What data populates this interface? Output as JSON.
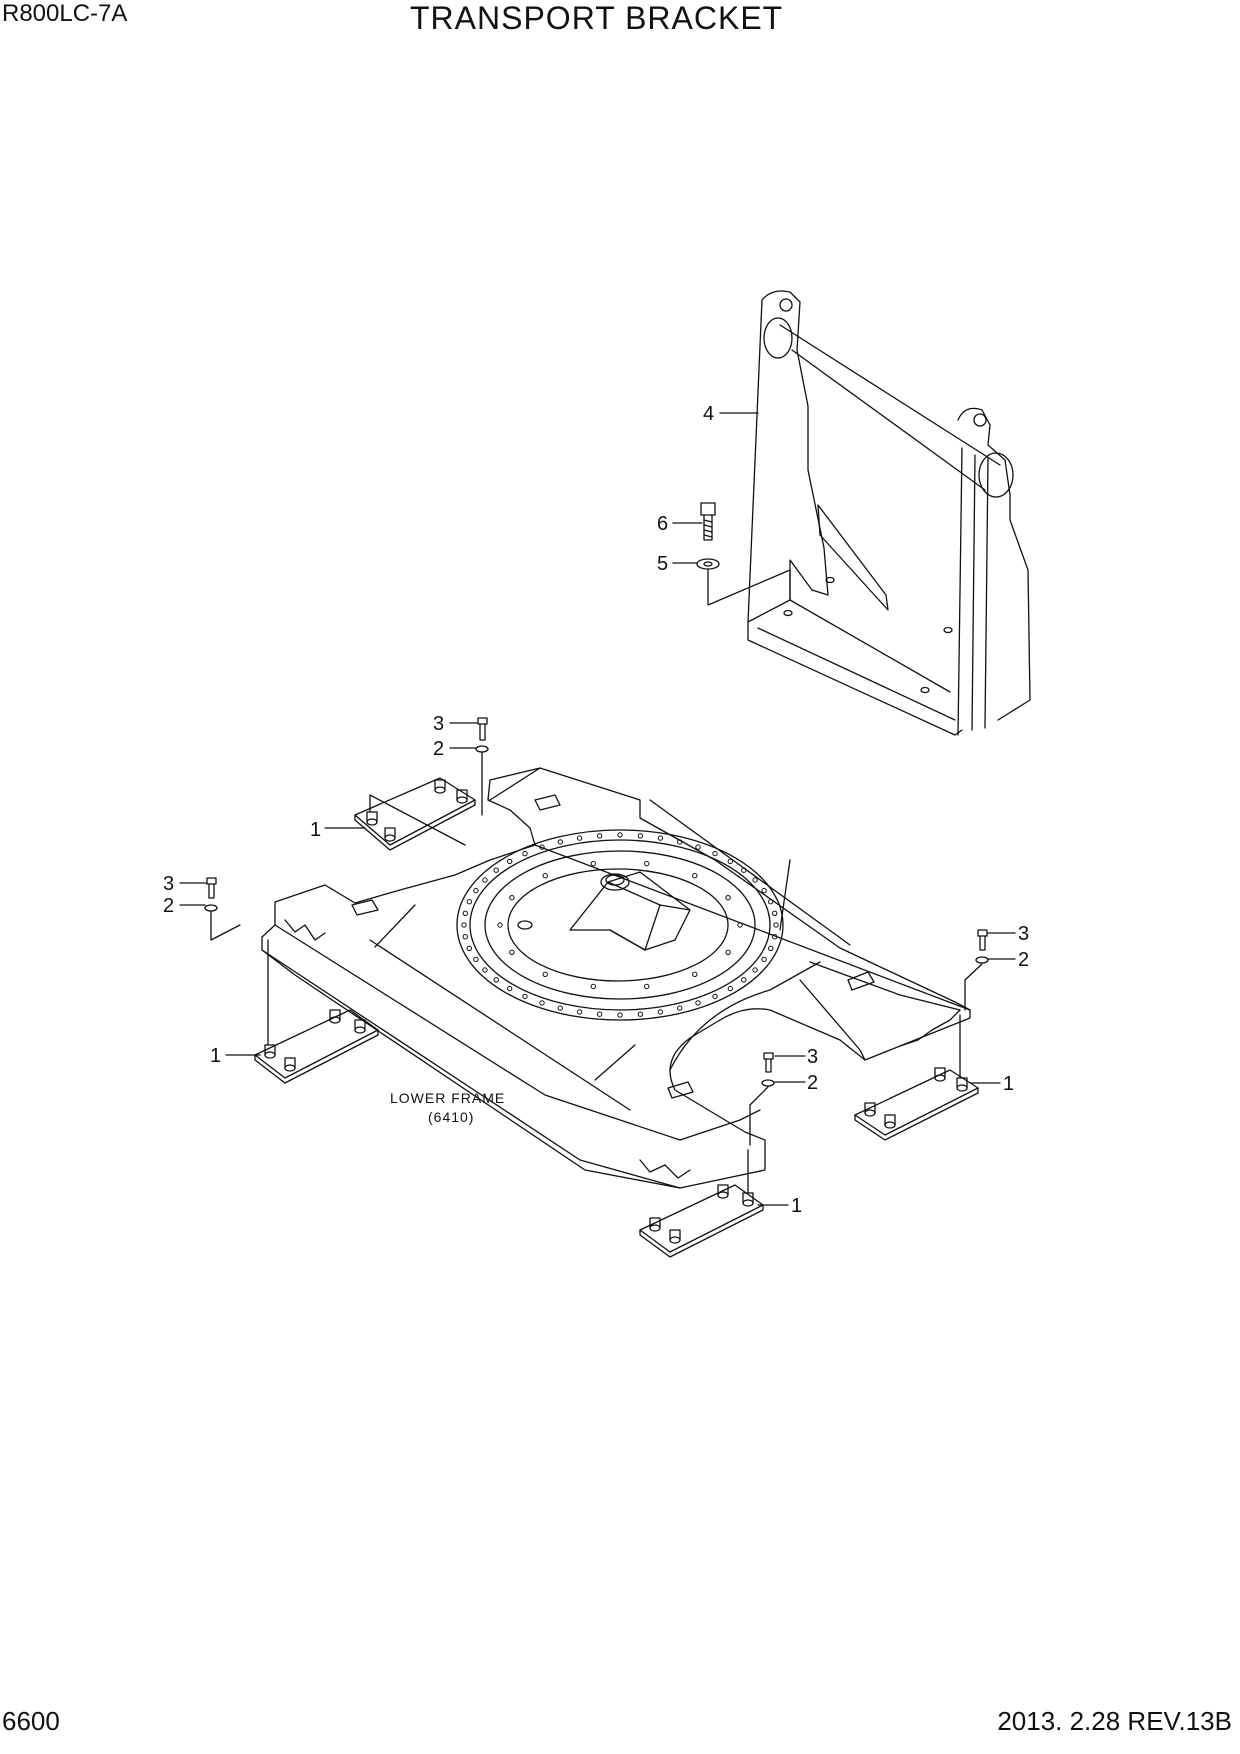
{
  "header": {
    "model": "R800LC-7A",
    "title": "TRANSPORT BRACKET"
  },
  "footer": {
    "page_number": "6600",
    "revision": "2013. 2.28  REV.13B"
  },
  "drawing": {
    "frame_label": "LOWER FRAME",
    "frame_ref": "(6410)",
    "callouts": {
      "c1": "1",
      "c2": "2",
      "c3": "3",
      "c4": "4",
      "c5": "5",
      "c6": "6"
    }
  }
}
